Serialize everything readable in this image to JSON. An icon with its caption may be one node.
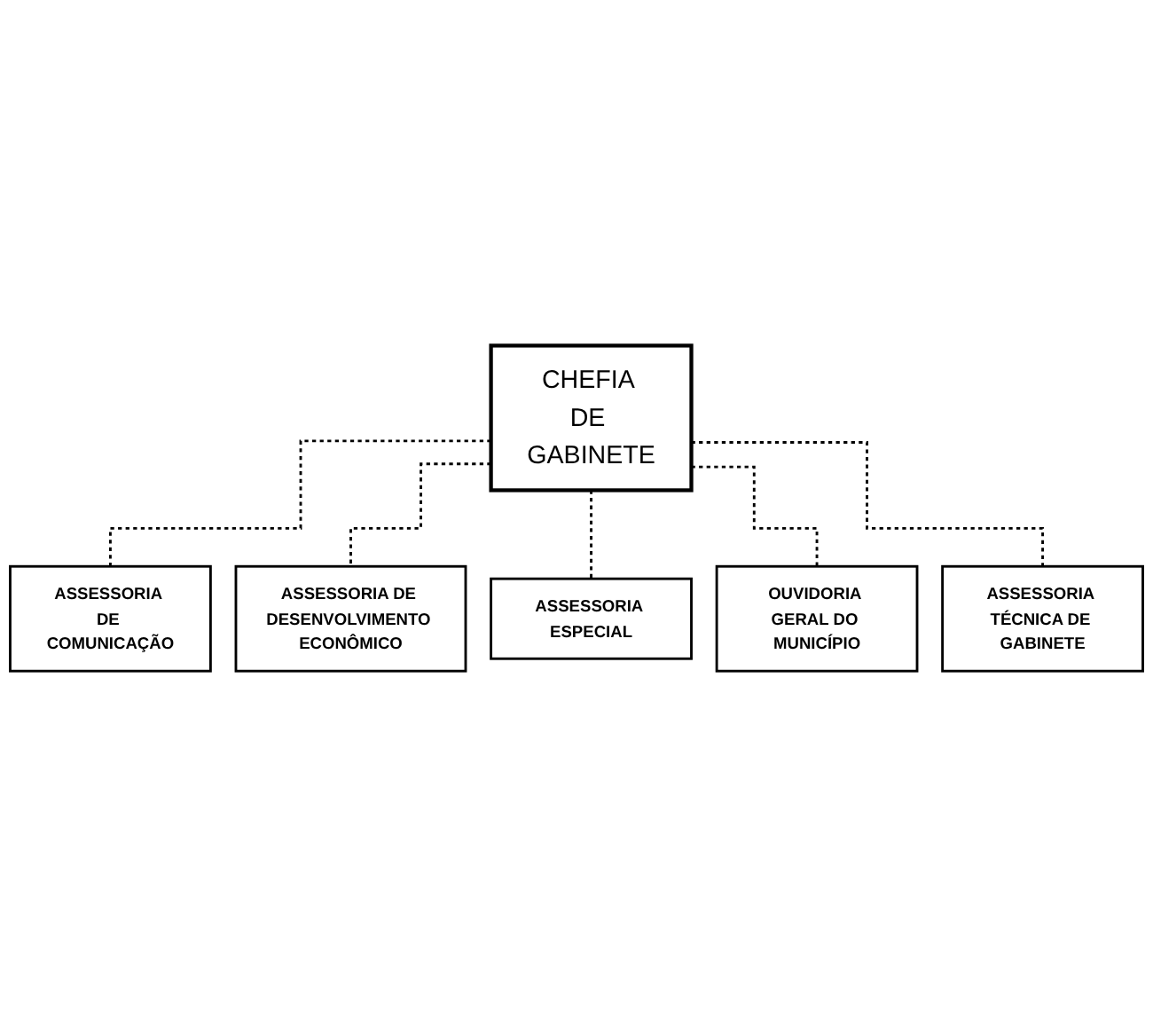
{
  "diagram": {
    "nodes": [
      {
        "text": [
          "CHEFIA DE GABINETE"
        ]
      },
      {
        "text": [
          "ASSESSORIA DE COMUNICAÇÃO"
        ]
      },
      {
        "text": [
          "ASSESSORIA DE DESENVOLVIMENTO ECONÔMICO"
        ]
      },
      {
        "text": [
          "ASSESSORIA ESPECIAL"
        ]
      },
      {
        "text": [
          "OUVIDORIA GERAL DO MUNICÍPIO"
        ]
      },
      {
        "text": [
          "ASSESSORIA TÉCNICA DE GABINETE"
        ]
      }
    ],
    "edges": [
      {
        "from": 0,
        "to": 1,
        "arrow": "none",
        "style": "dashed"
      },
      {
        "from": 0,
        "to": 2,
        "arrow": "none",
        "style": "dashed"
      },
      {
        "from": 0,
        "to": 3,
        "arrow": "none",
        "style": "dashed"
      },
      {
        "from": 0,
        "to": 4,
        "arrow": "none",
        "style": "dashed"
      },
      {
        "from": 0,
        "to": 5,
        "arrow": "none",
        "style": "dashed"
      }
    ]
  }
}
